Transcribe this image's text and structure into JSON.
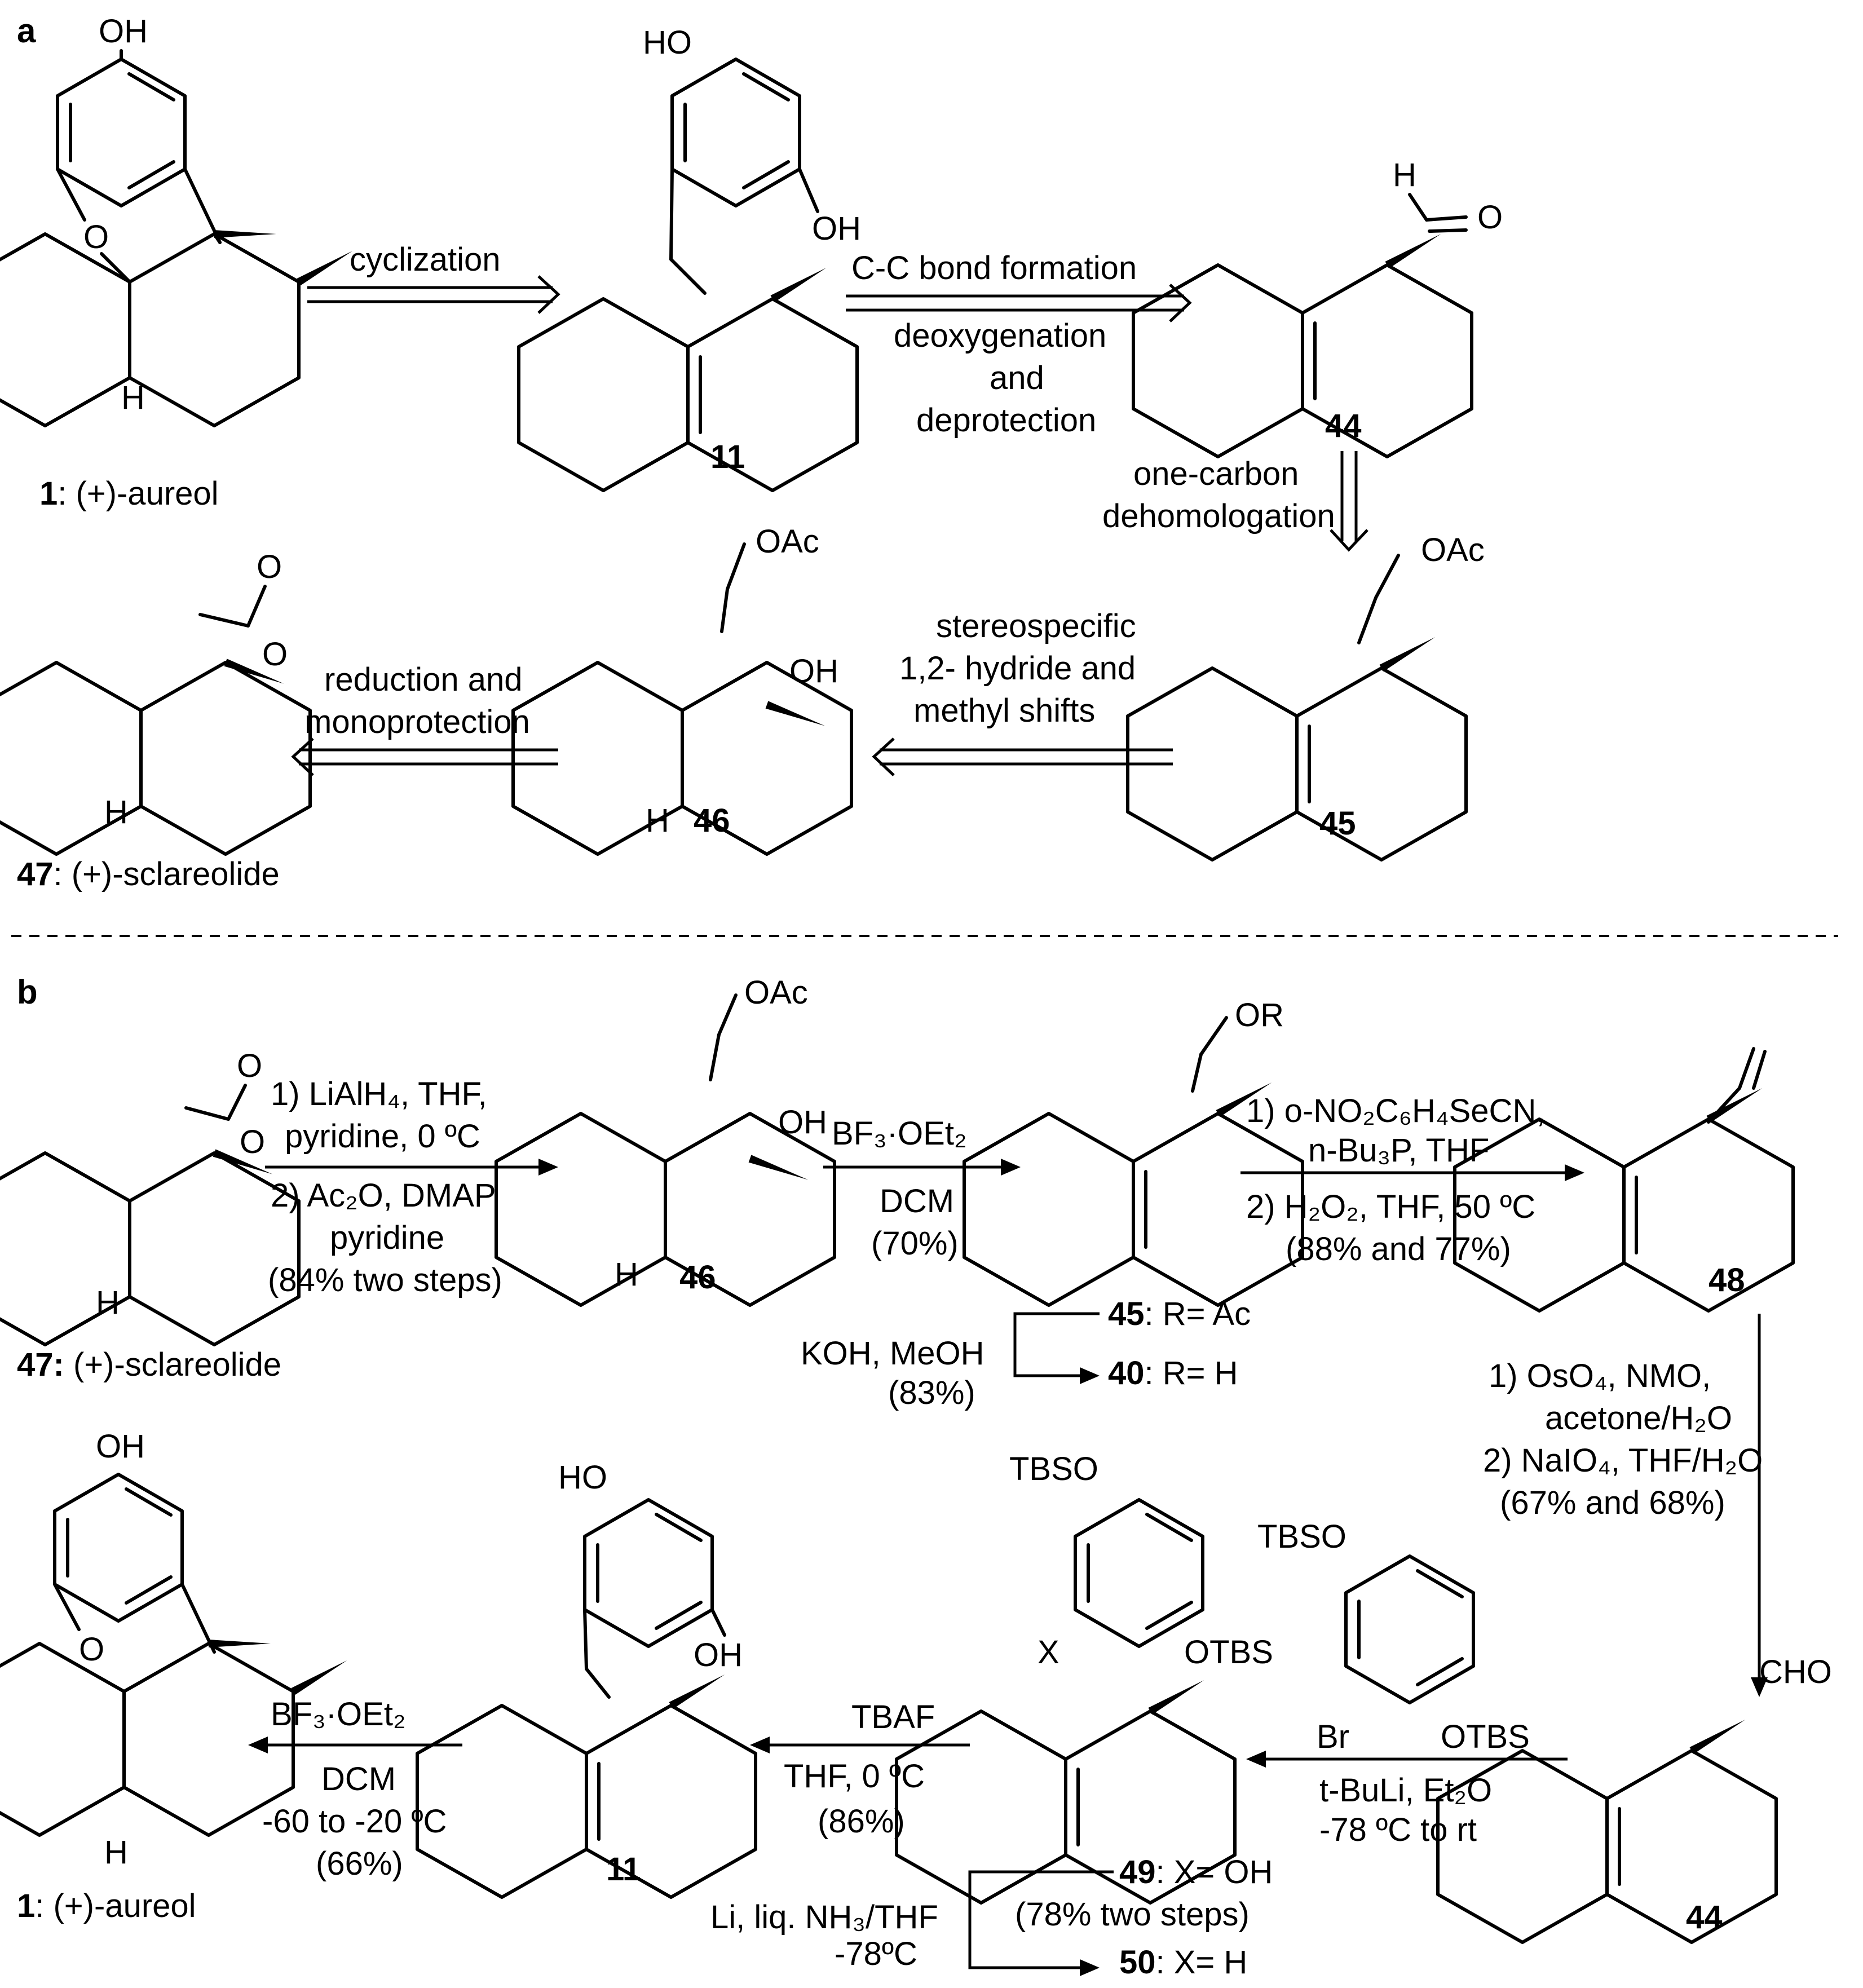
{
  "panels": {
    "a": "a",
    "b": "b"
  },
  "panel_a": {
    "mol_1": {
      "num": "1",
      "name": ": (+)-aureol"
    },
    "mol_11": {
      "num": "11"
    },
    "mol_44": {
      "num": "44"
    },
    "mol_45": {
      "num": "45"
    },
    "mol_46": {
      "num": "46"
    },
    "mol_47": {
      "num": "47",
      "name": ": (+)-sclareolide"
    },
    "atoms": {
      "oh": "OH",
      "ho": "HO",
      "o": "O",
      "h": "H",
      "oac": "OAc"
    },
    "arrow_cyclization": "cyclization",
    "arrow_cc_top": "C-C bond formation",
    "arrow_cc_bottom": [
      "deoxygenation",
      "and",
      "deprotection"
    ],
    "arrow_dehomologation": [
      "one-carbon",
      "dehomologation"
    ],
    "arrow_shifts": [
      "stereospecific",
      "1,2- hydride and",
      "methyl shifts"
    ],
    "arrow_reduction": [
      "reduction and",
      "monoprotection"
    ]
  },
  "panel_b": {
    "mol_47": {
      "num": "47:",
      "name": " (+)-sclareolide"
    },
    "mol_46": {
      "num": "46"
    },
    "mol_45": {
      "num": "45",
      "r": ": R= Ac"
    },
    "mol_40": {
      "num": "40",
      "r": ": R= H"
    },
    "mol_48": {
      "num": "48"
    },
    "mol_44": {
      "num": "44"
    },
    "mol_49": {
      "num": "49",
      "x": ": X= OH"
    },
    "mol_50": {
      "num": "50",
      "x": ": X= H"
    },
    "mol_11": {
      "num": "11"
    },
    "mol_1": {
      "num": "1",
      "name": ": (+)-aureol"
    },
    "atoms": {
      "oac": "OAc",
      "or": "OR",
      "oh": "OH",
      "ho": "HO",
      "cho": "CHO",
      "tbso": "TBSO",
      "otbs": "OTBS",
      "br": "Br",
      "x": "X",
      "o": "O",
      "h": "H"
    },
    "step1": [
      "1) LiAlH₄, THF,",
      "pyridine, 0 ºC",
      "2) Ac₂O, DMAP",
      "pyridine",
      "(84% two steps)"
    ],
    "step2": [
      "BF₃·OEt₂",
      "DCM",
      "(70%)"
    ],
    "step_koh": [
      "KOH, MeOH",
      "(83%)"
    ],
    "step3": [
      "1) o-NO₂C₆H₄SeCN,",
      "n-Bu₃P, THF",
      "2) H₂O₂, THF, 50 ºC",
      "(88% and 77%)"
    ],
    "step4": [
      "1) OsO₄, NMO,",
      "acetone/H₂O",
      "2) NaIO₄, THF/H₂O",
      "(67% and 68%)"
    ],
    "step5": [
      "t-BuLi, Et₂O",
      "-78 ºC to rt"
    ],
    "step6": [
      "TBAF",
      "THF, 0 ºC",
      "(86%)"
    ],
    "step_li": [
      "Li, liq. NH₃/THF",
      "-78ºC",
      "(78% two steps)"
    ],
    "step7": [
      "BF₃·OEt₂",
      "DCM",
      "-60 to -20 ºC",
      "(66%)"
    ]
  }
}
